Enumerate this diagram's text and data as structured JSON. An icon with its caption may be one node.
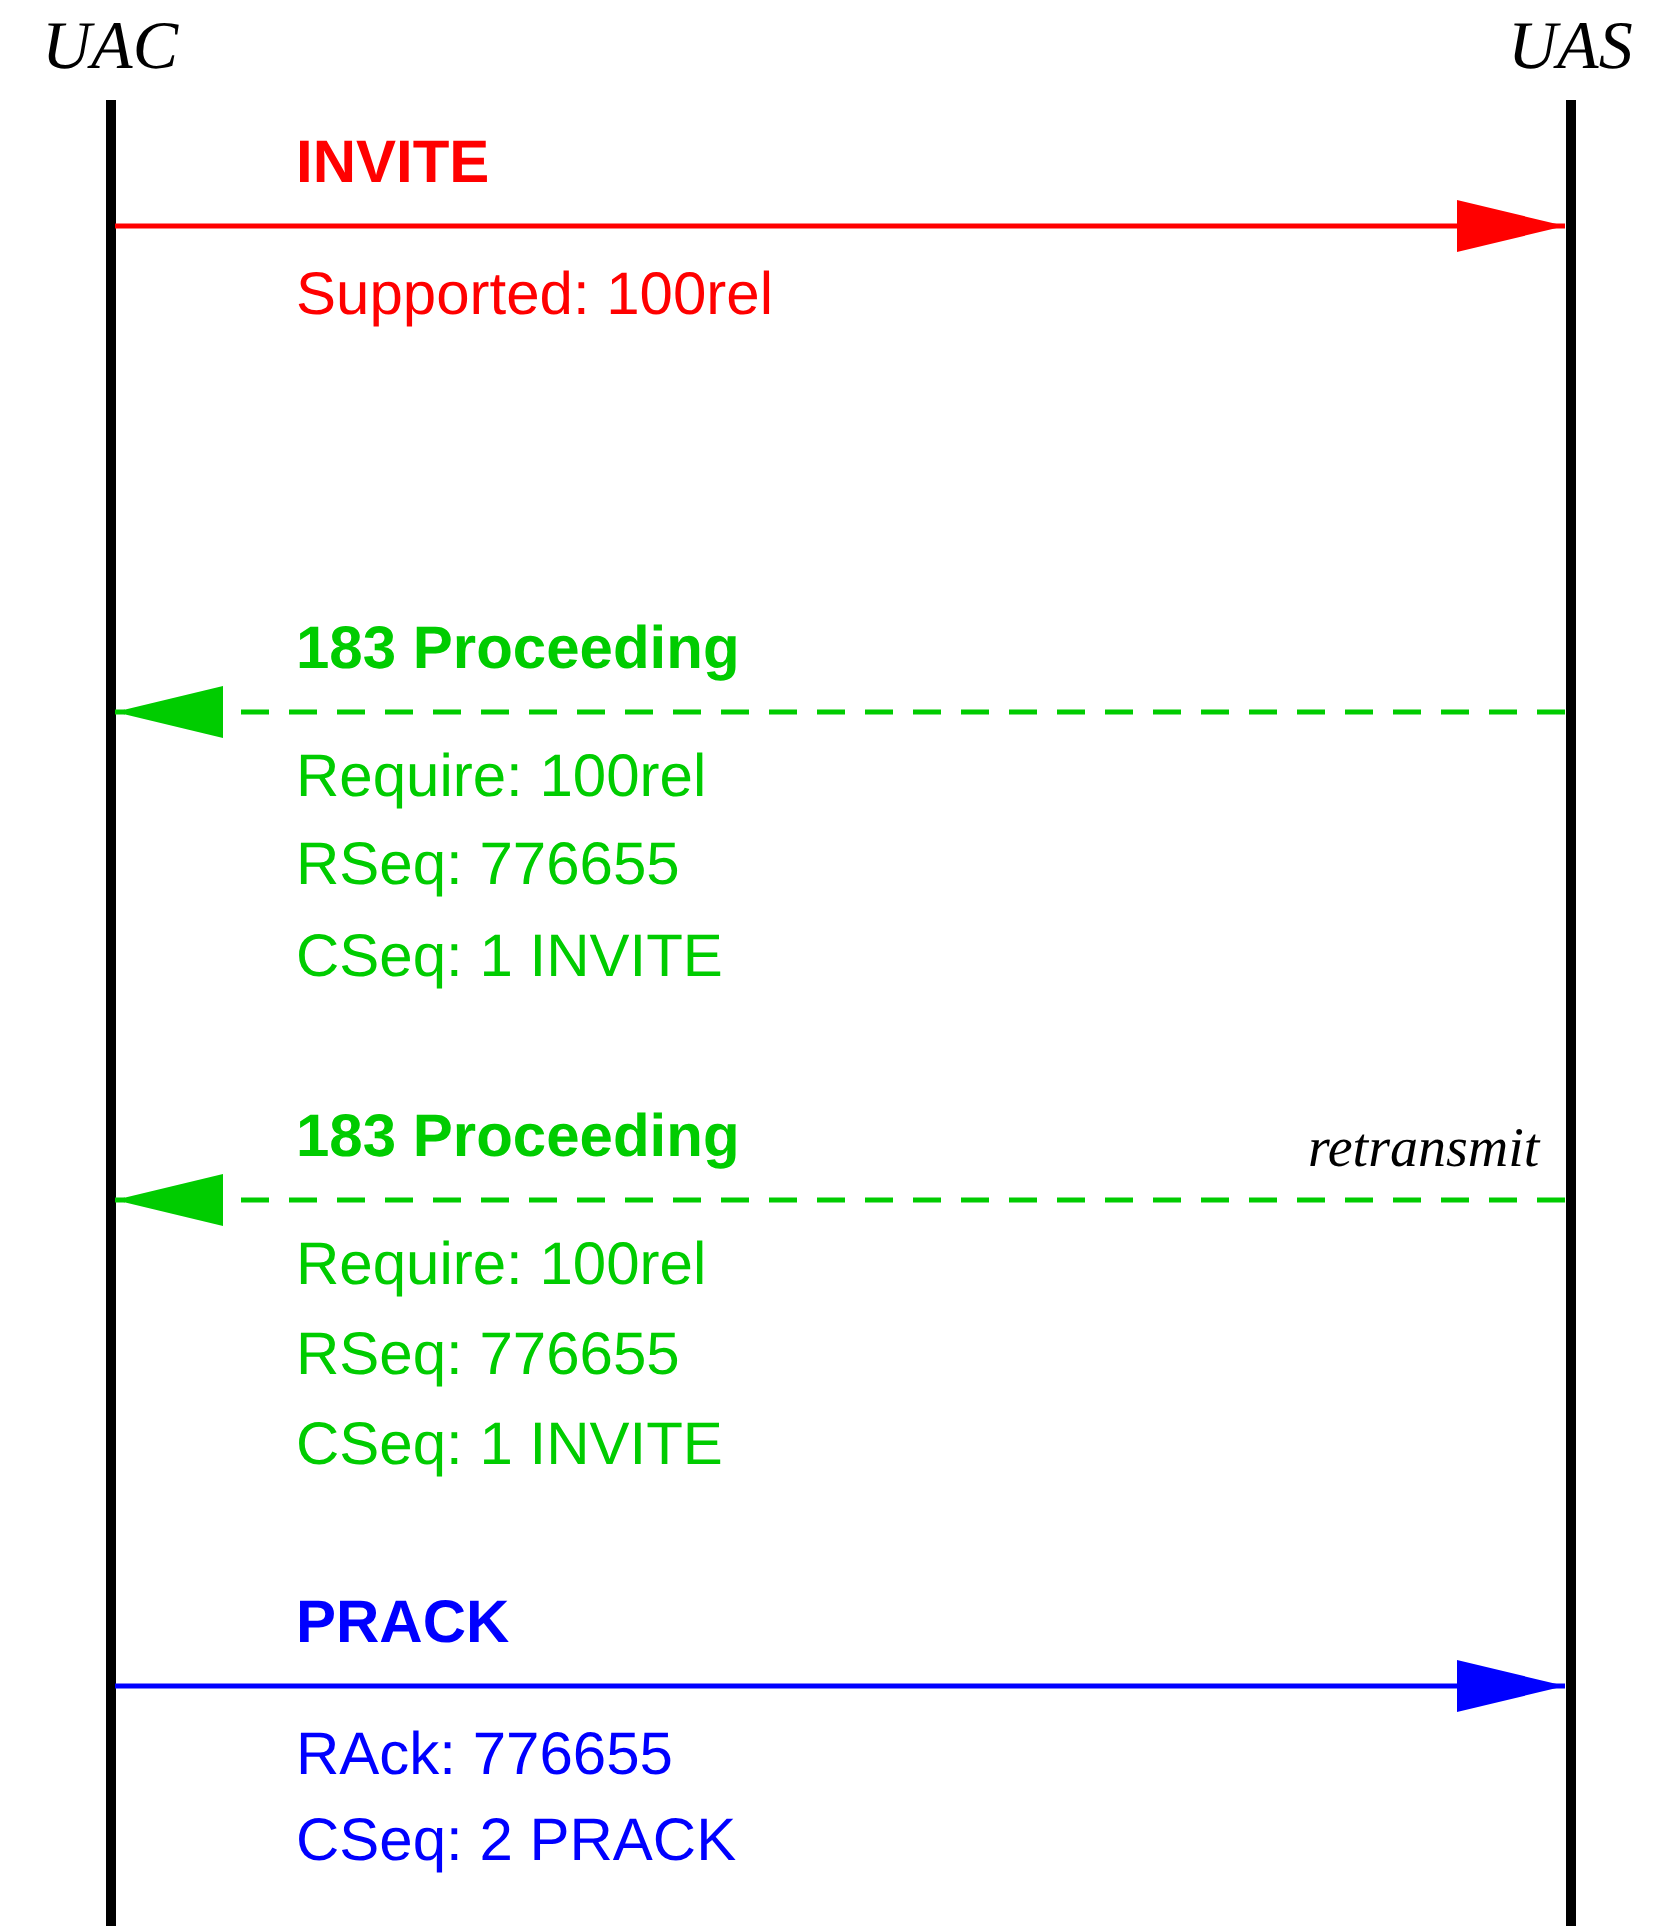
{
  "diagram": {
    "nodes": [
      {
        "text": [
          "UAC"
        ]
      },
      {
        "text": [
          "UAS"
        ]
      }
    ],
    "edges": [
      {
        "from": 0,
        "to": 1,
        "arrow": "to",
        "label": "INVITE",
        "color": "#ff0000"
      },
      {
        "from": 1,
        "to": 0,
        "arrow": "to",
        "label": "183 Proceeding",
        "style": "dashed",
        "color": "#00cc00"
      },
      {
        "from": 1,
        "to": 0,
        "arrow": "to",
        "label": "183 Proceeding",
        "style": "dashed",
        "color": "#00cc00"
      },
      {
        "from": 0,
        "to": 1,
        "arrow": "to",
        "label": "PRACK",
        "color": "#0000ff"
      }
    ],
    "labels": [
      "Supported: 100rel",
      "Require: 100rel",
      "RSeq: 776655",
      "CSeq: 1 INVITE",
      "retransmit",
      "Require: 100rel",
      "RSeq: 776655",
      "CSeq: 1 INVITE",
      "RAck: 776655",
      "CSeq: 2 PRACK"
    ]
  }
}
